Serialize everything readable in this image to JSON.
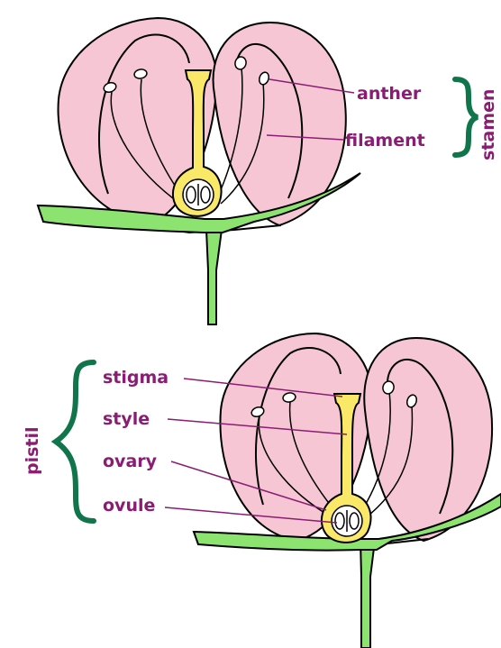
{
  "colors": {
    "petal": "#f7c6d4",
    "pistil": "#fae868",
    "stem": "#8ce36f",
    "label": "#8b1c74",
    "bracket": "#10754a",
    "outline": "#000000"
  },
  "diagram_top": {
    "labels": {
      "anther": "anther",
      "filament": "filament",
      "group": "stamen"
    }
  },
  "diagram_bottom": {
    "labels": {
      "stigma": "stigma",
      "style": "style",
      "ovary": "ovary",
      "ovule": "ovule",
      "group": "pistil"
    }
  }
}
